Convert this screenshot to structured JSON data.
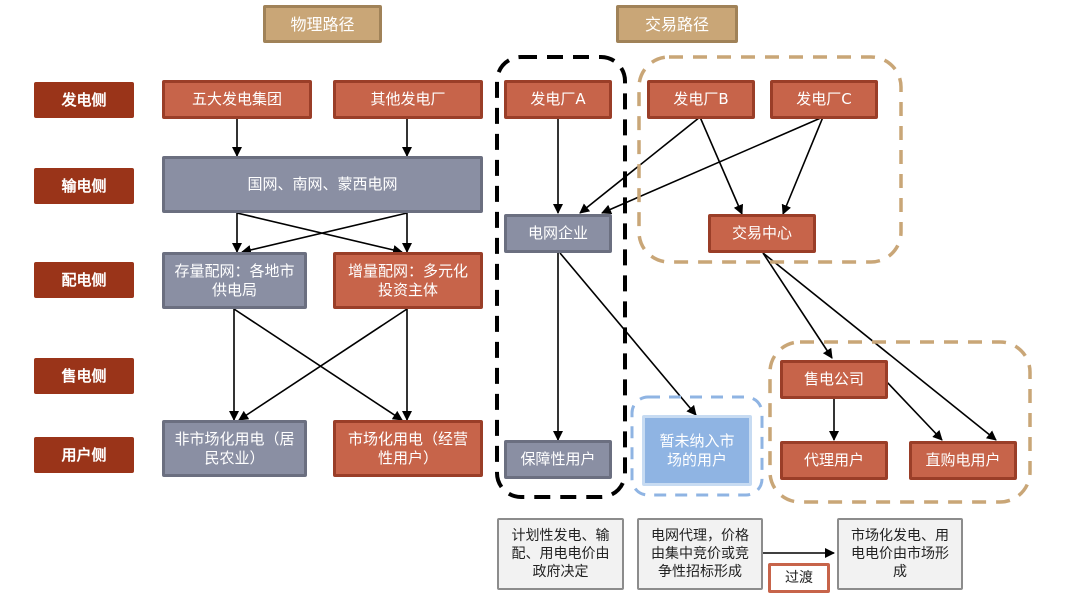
{
  "headers": {
    "physical": "物理路径",
    "trading": "交易路径"
  },
  "sides": [
    "发电侧",
    "输电侧",
    "配电侧",
    "售电侧",
    "用户侧"
  ],
  "physical": {
    "gen1": "五大发电集团",
    "gen2": "其他发电厂",
    "grid": "国网、南网、蒙西电网",
    "dist1": "存量配网：各地市供电局",
    "dist2": "增量配网：多元化投资主体",
    "user1": "非市场化用电（居民农业）",
    "user2": "市场化用电（经营性用户）"
  },
  "trading": {
    "plantA": "发电厂A",
    "plantB": "发电厂B",
    "plantC": "发电厂C",
    "gridCo": "电网企业",
    "exchange": "交易中心",
    "guaranteed": "保障性用户",
    "notInMarket": "暂未纳入市场的用户",
    "retailer": "售电公司",
    "agentUser": "代理用户",
    "directUser": "直购电用户"
  },
  "notes": {
    "planned": "计划性发电、输配、用电电价由政府决定",
    "gridAgent": "电网代理，价格由集中竞价或竞争性招标形成",
    "transition": "过渡",
    "market": "市场化发电、用电电价由市场形成"
  },
  "colors": {
    "side": "#9a3419",
    "red": "#c7644a",
    "gray": "#8a8fa3",
    "blue": "#8fb4e3",
    "tan": "#c9a677"
  }
}
